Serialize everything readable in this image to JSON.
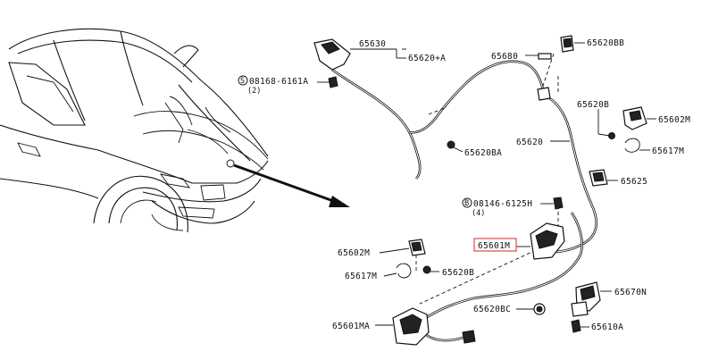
{
  "parts": {
    "p65630": "65630",
    "p65620A": "65620+A",
    "p08168": "08168-6161A",
    "p08168_qty": "(2)",
    "p65680": "65680",
    "p65620BB": "65620BB",
    "p65620B_top": "65620B",
    "p65602M_right": "65602M",
    "p65617M_right": "65617M",
    "p65620BA": "65620BA",
    "p65620": "65620",
    "p65625": "65625",
    "p08146": "08146-6125H",
    "p08146_qty": "(4)",
    "p65601M": "65601M",
    "p65602M_left": "65602M",
    "p65617M_left": "65617M",
    "p65620B_left": "65620B",
    "p65670N": "65670N",
    "p65620BC": "65620BC",
    "p65601MA": "65601MA",
    "p65610A": "65610A"
  },
  "highlight_color": "#e0474c"
}
